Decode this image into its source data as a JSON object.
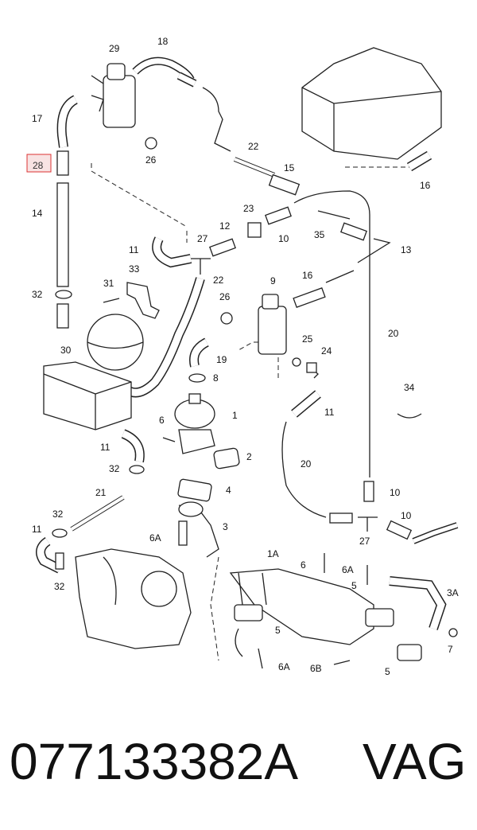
{
  "callouts": [
    "29",
    "18",
    "17",
    "26",
    "28",
    "22",
    "15",
    "16",
    "14",
    "23",
    "12",
    "10",
    "35",
    "27",
    "11",
    "13",
    "22",
    "33",
    "31",
    "32",
    "9",
    "16",
    "26",
    "20",
    "30",
    "19",
    "25",
    "24",
    "8",
    "1",
    "34",
    "11",
    "6",
    "2",
    "11",
    "32",
    "20",
    "4",
    "10",
    "21",
    "3",
    "10",
    "32",
    "6A",
    "27",
    "11",
    "1A",
    "6",
    "6A",
    "32",
    "5",
    "3A",
    "5",
    "6A",
    "7",
    "6B",
    "5"
  ],
  "highlighted_callout": "28",
  "footer": {
    "part_number": "077133382A",
    "brand": "VAG"
  },
  "colors": {
    "line": "#222222",
    "highlight_fill": "#f8e3e3",
    "highlight_border": "#dd3333"
  }
}
